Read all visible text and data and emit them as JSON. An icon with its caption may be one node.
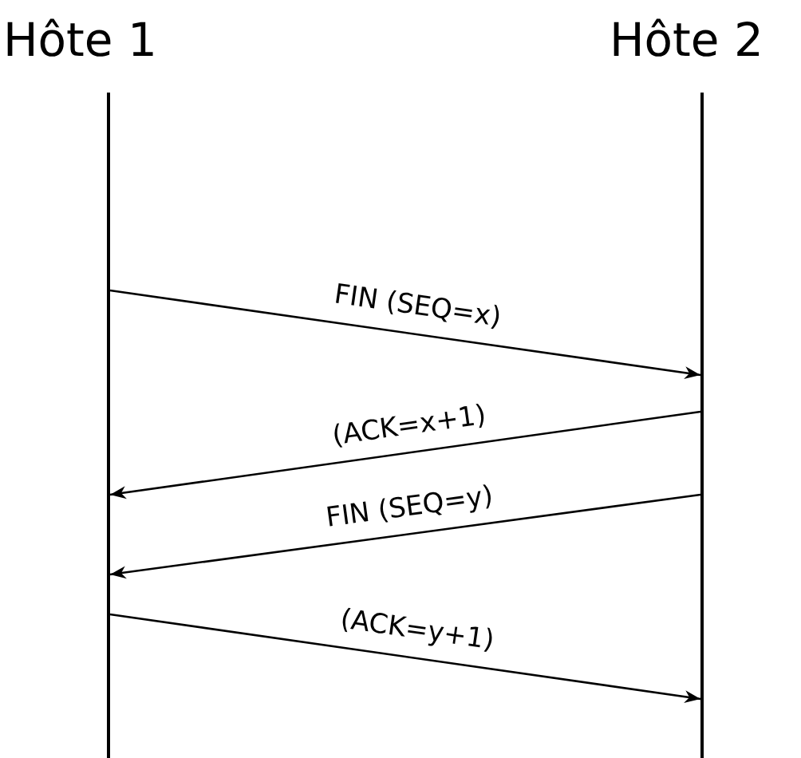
{
  "diagram": {
    "nodes": [
      {
        "text": [
          "Hôte 1"
        ]
      },
      {
        "text": [
          "Hôte 2"
        ]
      },
      {
        "text": [],
        "shape": "bar"
      },
      {
        "text": [],
        "shape": "bar"
      }
    ],
    "edges": [
      {
        "from": 2,
        "to": 3,
        "arrow": "to",
        "label": "FIN (SEQ=x)"
      },
      {
        "from": 3,
        "to": 2,
        "arrow": "to",
        "label": "(ACK=x+1)"
      },
      {
        "from": 3,
        "to": 2,
        "arrow": "to",
        "label": "FIN (SEQ=y)"
      },
      {
        "from": 2,
        "to": 3,
        "arrow": "to",
        "label": "(ACK=y+1)"
      }
    ]
  }
}
